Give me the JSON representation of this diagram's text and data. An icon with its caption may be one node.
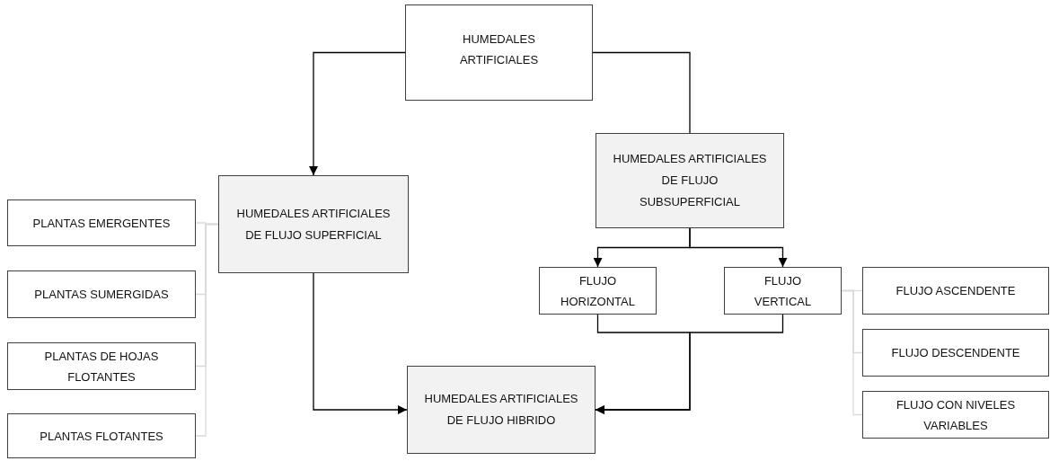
{
  "diagram": {
    "nodes": [
      {
        "text": [
          "HUMEDALES ARTIFICIALES"
        ]
      },
      {
        "text": [
          "HUMEDALES ARTIFICIALES DE FLUJO SUPERFICIAL"
        ]
      },
      {
        "text": [
          "HUMEDALES ARTIFICIALES DE FLUJO SUBSUPERFICIAL"
        ]
      },
      {
        "text": [
          "PLANTAS EMERGENTES"
        ]
      },
      {
        "text": [
          "PLANTAS SUMERGIDAS"
        ]
      },
      {
        "text": [
          "PLANTAS DE HOJAS FLOTANTES"
        ]
      },
      {
        "text": [
          "PLANTAS FLOTANTES"
        ]
      },
      {
        "text": [
          "FLUJO HORIZONTAL"
        ]
      },
      {
        "text": [
          "FLUJO VERTICAL"
        ]
      },
      {
        "text": [
          "FLUJO ASCENDENTE"
        ]
      },
      {
        "text": [
          "FLUJO DESCENDENTE"
        ]
      },
      {
        "text": [
          "FLUJO CON NIVELES VARIABLES"
        ]
      },
      {
        "text": [
          "HUMEDALES ARTIFICIALES DE FLUJO HIBRIDO"
        ]
      }
    ],
    "edges": [
      {
        "from": 0,
        "to": 1,
        "arrow": "to"
      },
      {
        "from": 0,
        "to": 2,
        "arrow": "none"
      },
      {
        "from": 2,
        "to": 7,
        "arrow": "to"
      },
      {
        "from": 2,
        "to": 8,
        "arrow": "to"
      },
      {
        "from": 1,
        "to": 12,
        "arrow": "to"
      },
      {
        "from": 7,
        "to": 12,
        "arrow": "to"
      },
      {
        "from": 8,
        "to": 12,
        "arrow": "to"
      },
      {
        "from": 1,
        "to": 3,
        "arrow": "none",
        "color": "#d9d9d9"
      },
      {
        "from": 1,
        "to": 4,
        "arrow": "none",
        "color": "#d9d9d9"
      },
      {
        "from": 1,
        "to": 5,
        "arrow": "none",
        "color": "#d9d9d9"
      },
      {
        "from": 1,
        "to": 6,
        "arrow": "none",
        "color": "#d9d9d9"
      },
      {
        "from": 8,
        "to": 9,
        "arrow": "none",
        "color": "#d9d9d9"
      },
      {
        "from": 8,
        "to": 10,
        "arrow": "none",
        "color": "#d9d9d9"
      },
      {
        "from": 8,
        "to": 11,
        "arrow": "none",
        "color": "#d9d9d9"
      }
    ]
  }
}
